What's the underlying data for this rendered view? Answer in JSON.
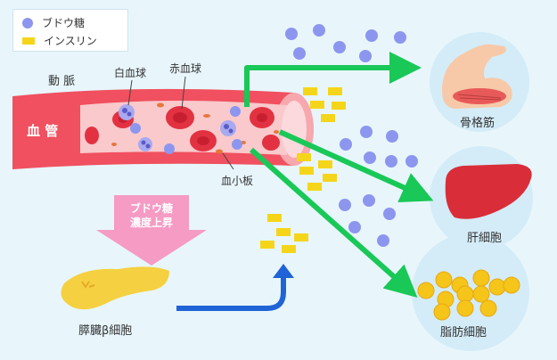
{
  "legend": {
    "glucose": "ブドウ糖",
    "insulin": "インスリン"
  },
  "labels": {
    "artery": "動 脈",
    "blood_vessel": "血 管",
    "white_blood_cell": "白血球",
    "red_blood_cell": "赤血球",
    "platelet": "血小板",
    "glucose_rise": "ブドウ糖\n濃度上昇",
    "pancreas": "膵臓β細胞",
    "muscle": "骨格筋",
    "liver": "肝細胞",
    "fat": "脂肪細胞"
  },
  "colors": {
    "background": "#e8f6fc",
    "vessel": "#f0505f",
    "vessel_inner": "#f9c9cc",
    "glucose": "#8d96ee",
    "insulin": "#f5d51a",
    "arrow_green": "#19c857",
    "arrow_blue": "#1f63d6",
    "pink_arrow": "#f59bc4",
    "target_circle": "#d4ecf7"
  }
}
